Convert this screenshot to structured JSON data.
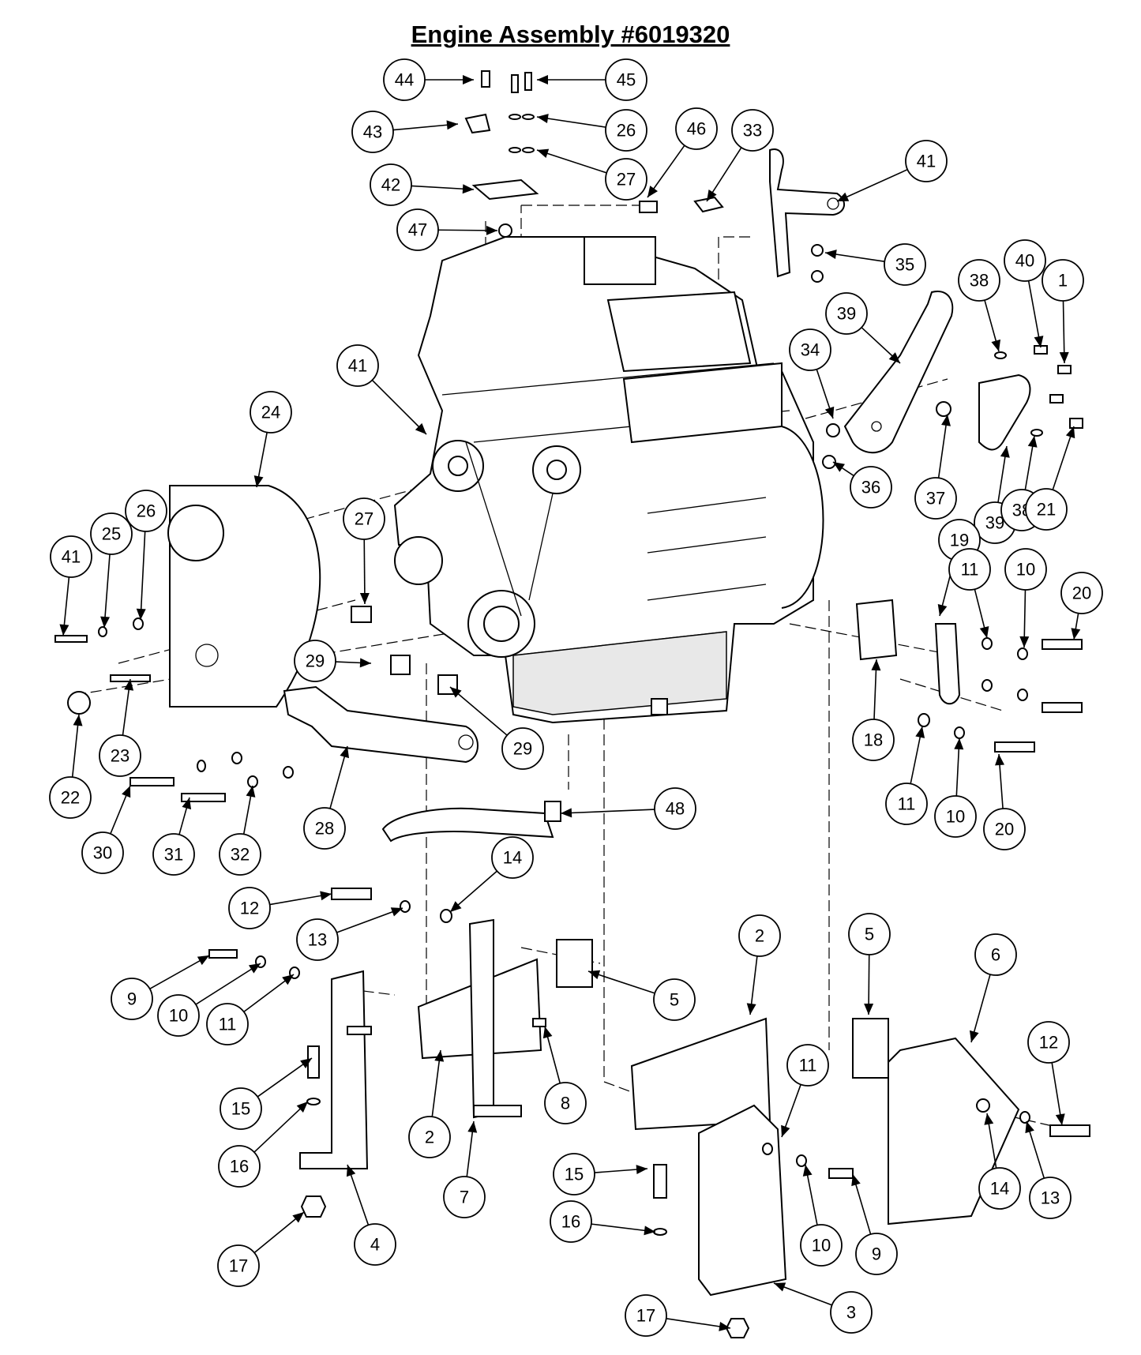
{
  "title": "Engine Assembly #6019320",
  "callouts": [
    "44",
    "45",
    "43",
    "26",
    "27",
    "42",
    "47",
    "46",
    "33",
    "41",
    "34",
    "35",
    "39",
    "38",
    "40",
    "1",
    "41",
    "36",
    "37",
    "39",
    "38",
    "21",
    "24",
    "27",
    "26",
    "25",
    "41",
    "19",
    "11",
    "10",
    "20",
    "29",
    "29",
    "23",
    "22",
    "18",
    "11",
    "10",
    "20",
    "30",
    "31",
    "32",
    "28",
    "48",
    "14",
    "12",
    "13",
    "9",
    "10",
    "11",
    "5",
    "2",
    "5",
    "6",
    "12",
    "15",
    "8",
    "2",
    "16",
    "7",
    "11",
    "15",
    "14",
    "13",
    "17",
    "4",
    "16",
    "10",
    "9",
    "17",
    "3"
  ]
}
